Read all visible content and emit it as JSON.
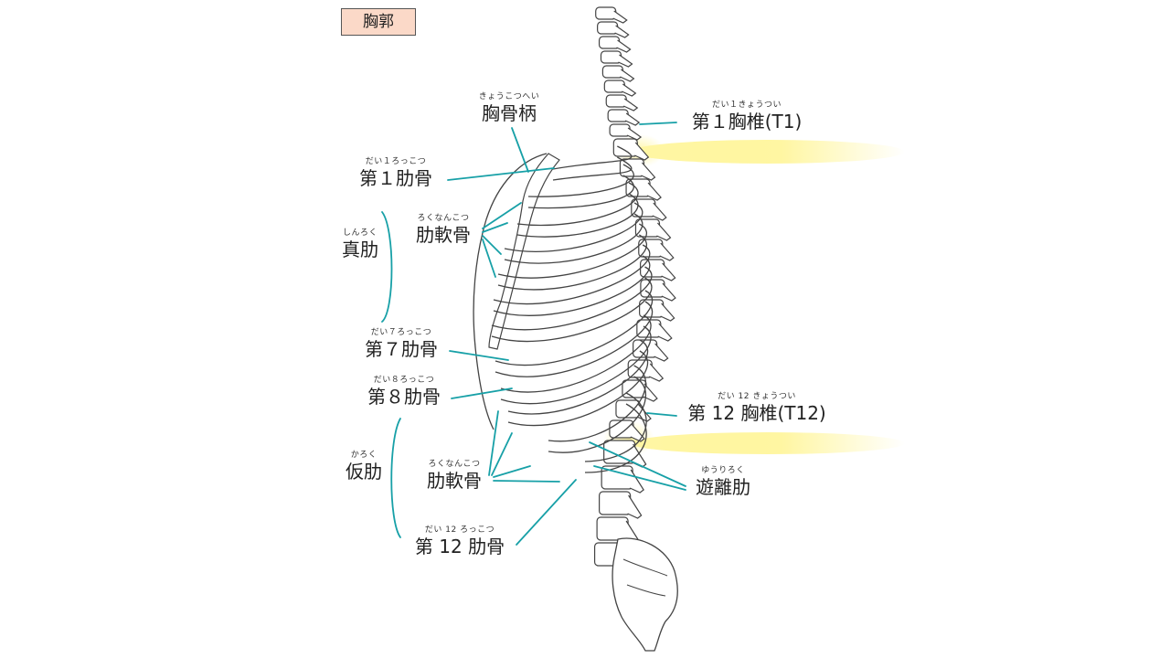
{
  "title": "胸郭",
  "labels": {
    "manubrium": {
      "ruby": "きょうこつへい",
      "text": "胸骨柄"
    },
    "t1": {
      "ruby": "だい１きょうつい",
      "text": "第１胸椎(T1)"
    },
    "rib1": {
      "ruby": "だい１ろっこつ",
      "text": "第１肋骨"
    },
    "costal_cartilage_upper": {
      "ruby": "ろくなんこつ",
      "text": "肋軟骨"
    },
    "true_ribs": {
      "ruby": "しんろく",
      "text": "真肋"
    },
    "rib7": {
      "ruby": "だい７ろっこつ",
      "text": "第７肋骨"
    },
    "rib8": {
      "ruby": "だい８ろっこつ",
      "text": "第８肋骨"
    },
    "t12": {
      "ruby": "だい 12 きょうつい",
      "text": "第 12 胸椎(T12)"
    },
    "false_ribs": {
      "ruby": "かろく",
      "text": "仮肋"
    },
    "costal_cartilage_lower": {
      "ruby": "ろくなんこつ",
      "text": "肋軟骨"
    },
    "floating_ribs": {
      "ruby": "ゆうりろく",
      "text": "遊離肋"
    },
    "rib12": {
      "ruby": "だい 12 ろっこつ",
      "text": "第 12 肋骨"
    }
  },
  "colors": {
    "leader": "#17a0a7",
    "highlight": "#fff27a",
    "title_bg": "#fbd9c8",
    "bone_line": "#444444"
  }
}
